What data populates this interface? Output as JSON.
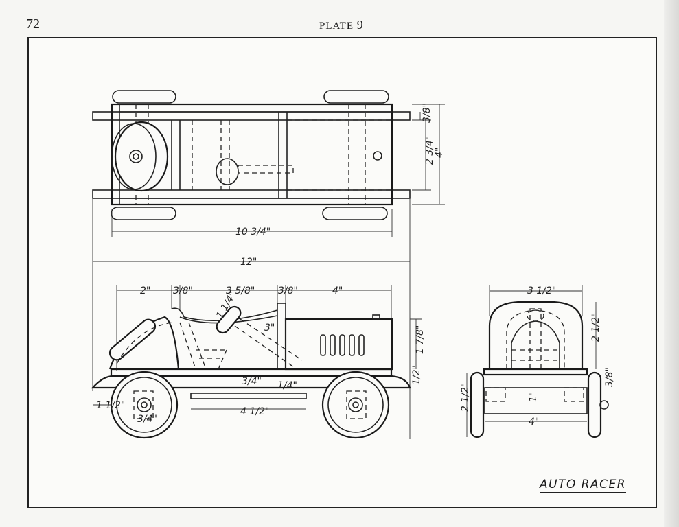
{
  "page": {
    "number": "72",
    "plate_word": "PLATE",
    "plate_number": "9"
  },
  "caption": "AUTO RACER",
  "dimensions": {
    "top_view": {
      "length": "10 3/4\"",
      "width_outer": "4\"",
      "width_inner": "2 3/4\"",
      "rail": "3/8\""
    },
    "side_view": {
      "overall": "12\"",
      "seat": "2\"",
      "gap_a": "3/8\"",
      "body": "3 5/8\"",
      "gap_b": "3/8\"",
      "hood": "4\"",
      "wheel_offset": "1 1/2\"",
      "axle_span": "4 1/2\"",
      "hub": "3/4\"",
      "step_a": "3/4\"",
      "step_b": "1/4\"",
      "hood_height": "1 7/8\"",
      "frame_height": "1/2\"",
      "wheel_sub": "3/4\"",
      "seat_back": "1 1/4\"",
      "seat_len": "3\""
    },
    "front_view": {
      "width": "3 1/2\"",
      "height": "2 1/2\"",
      "axle": "4\"",
      "wheel": "2 1/2\"",
      "spring": "1\"",
      "hub": "3/8\""
    }
  }
}
